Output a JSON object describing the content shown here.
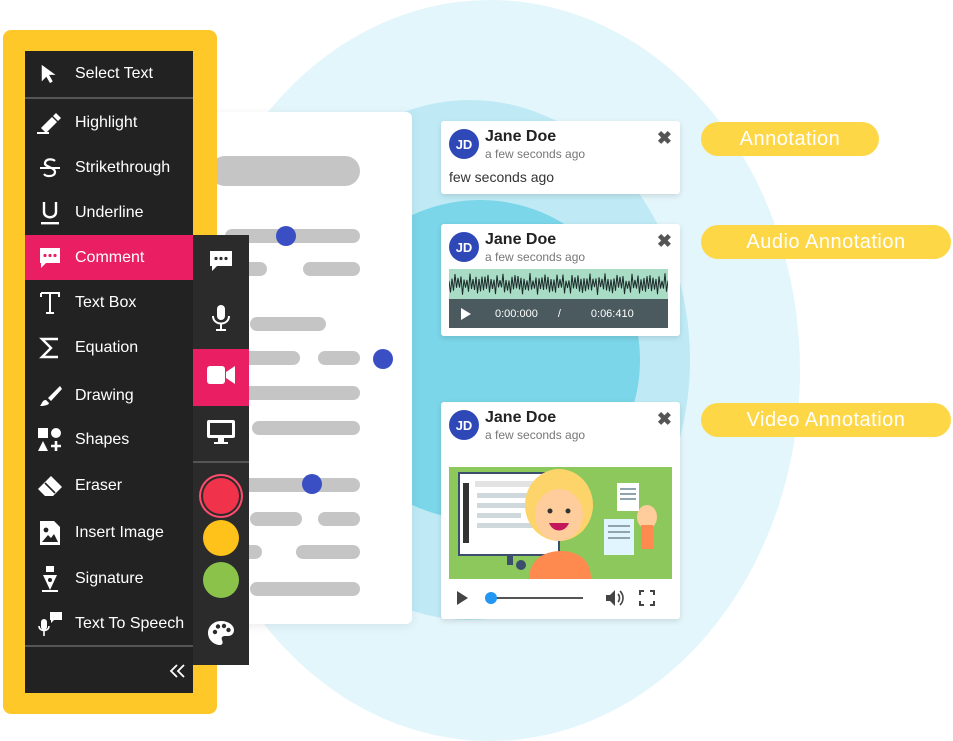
{
  "toolbar": {
    "items": [
      {
        "label": "Select Text",
        "icon": "cursor-arrow-icon"
      },
      {
        "label": "Highlight",
        "icon": "highlighter-icon"
      },
      {
        "label": "Strikethrough",
        "icon": "strikethrough-icon"
      },
      {
        "label": "Underline",
        "icon": "underline-icon"
      },
      {
        "label": "Comment",
        "icon": "comment-icon",
        "active": true
      },
      {
        "label": "Text Box",
        "icon": "text-box-icon"
      },
      {
        "label": "Equation",
        "icon": "sigma-icon"
      },
      {
        "label": "Drawing",
        "icon": "brush-icon"
      },
      {
        "label": "Shapes",
        "icon": "shapes-icon"
      },
      {
        "label": "Eraser",
        "icon": "eraser-icon"
      },
      {
        "label": "Insert Image",
        "icon": "image-icon"
      },
      {
        "label": "Signature",
        "icon": "pen-nib-icon"
      },
      {
        "label": "Text To Speech",
        "icon": "speech-icon"
      }
    ],
    "collapse_icon": "double-chevron-left-icon",
    "accent": "#e91e63",
    "frame_color": "#fec928"
  },
  "sub_toolbar": {
    "modes": [
      "comment-icon",
      "microphone-icon",
      "video-camera-icon",
      "monitor-icon"
    ],
    "active_mode": "video-camera-icon",
    "colors": [
      "#f0334a",
      "#fec21b",
      "#8bc34a"
    ],
    "selected_color": "#f0334a",
    "palette_icon": "palette-icon"
  },
  "cards": {
    "text": {
      "initials": "JD",
      "name": "Jane Doe",
      "time": "a few seconds ago",
      "body": "few seconds ago"
    },
    "audio": {
      "initials": "JD",
      "name": "Jane Doe",
      "time": "a few seconds ago",
      "current": "0:00:000",
      "separator": "/",
      "duration": "0:06:410"
    },
    "video": {
      "initials": "JD",
      "name": "Jane Doe",
      "time": "a few seconds ago",
      "progress": 0.02
    }
  },
  "labels": {
    "annotation": "Annotation",
    "audio_annotation": "Audio Annotation",
    "video_annotation": "Video Annotation"
  }
}
